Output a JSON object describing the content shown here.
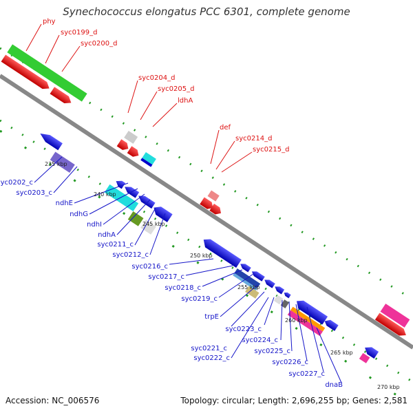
{
  "title": "Synechococcus elongatus PCC 6301, complete genome",
  "footer": {
    "accession": "Accession: NC_006576",
    "stats": "Topology: circular; Length: 2,696,255 bp; Genes: 2,581"
  },
  "kbp_marks": [
    "235 kbp",
    "240 kbp",
    "245 kbp",
    "250 kbp",
    "255 kbp",
    "260 kbp",
    "265 kbp",
    "270 kbp"
  ],
  "forward_labels": [
    "phy",
    "syc0199_d",
    "syc0200_d",
    "syc0204_d",
    "syc0205_d",
    "ldhA",
    "def",
    "syc0214_d",
    "syc0215_d"
  ],
  "reverse_labels": [
    "syc0202_c",
    "syc0203_c",
    "ndhE",
    "ndhG",
    "ndhI",
    "ndhA",
    "syc0211_c",
    "syc0212_c",
    "syc0216_c",
    "syc0217_c",
    "syc0218_c",
    "syc0219_c",
    "trpE",
    "syc0221_c",
    "syc0222_c",
    "syc0223_c",
    "syc0224_c",
    "syc0225_c",
    "syc0226_c",
    "syc0227_c",
    "dnaB"
  ],
  "colors": {
    "forward_cds": "#ee1111",
    "reverse_cds": "#1111dd",
    "rrna_green": "#33cc33",
    "cyan": "#22dddd",
    "purple": "#7766cc",
    "olive": "#669922",
    "pink": "#ee3399",
    "orange": "#ff9900",
    "gray": "#bbbbbb",
    "tan": "#ccbb77",
    "backbone": "#888888",
    "dots": "#229922"
  }
}
